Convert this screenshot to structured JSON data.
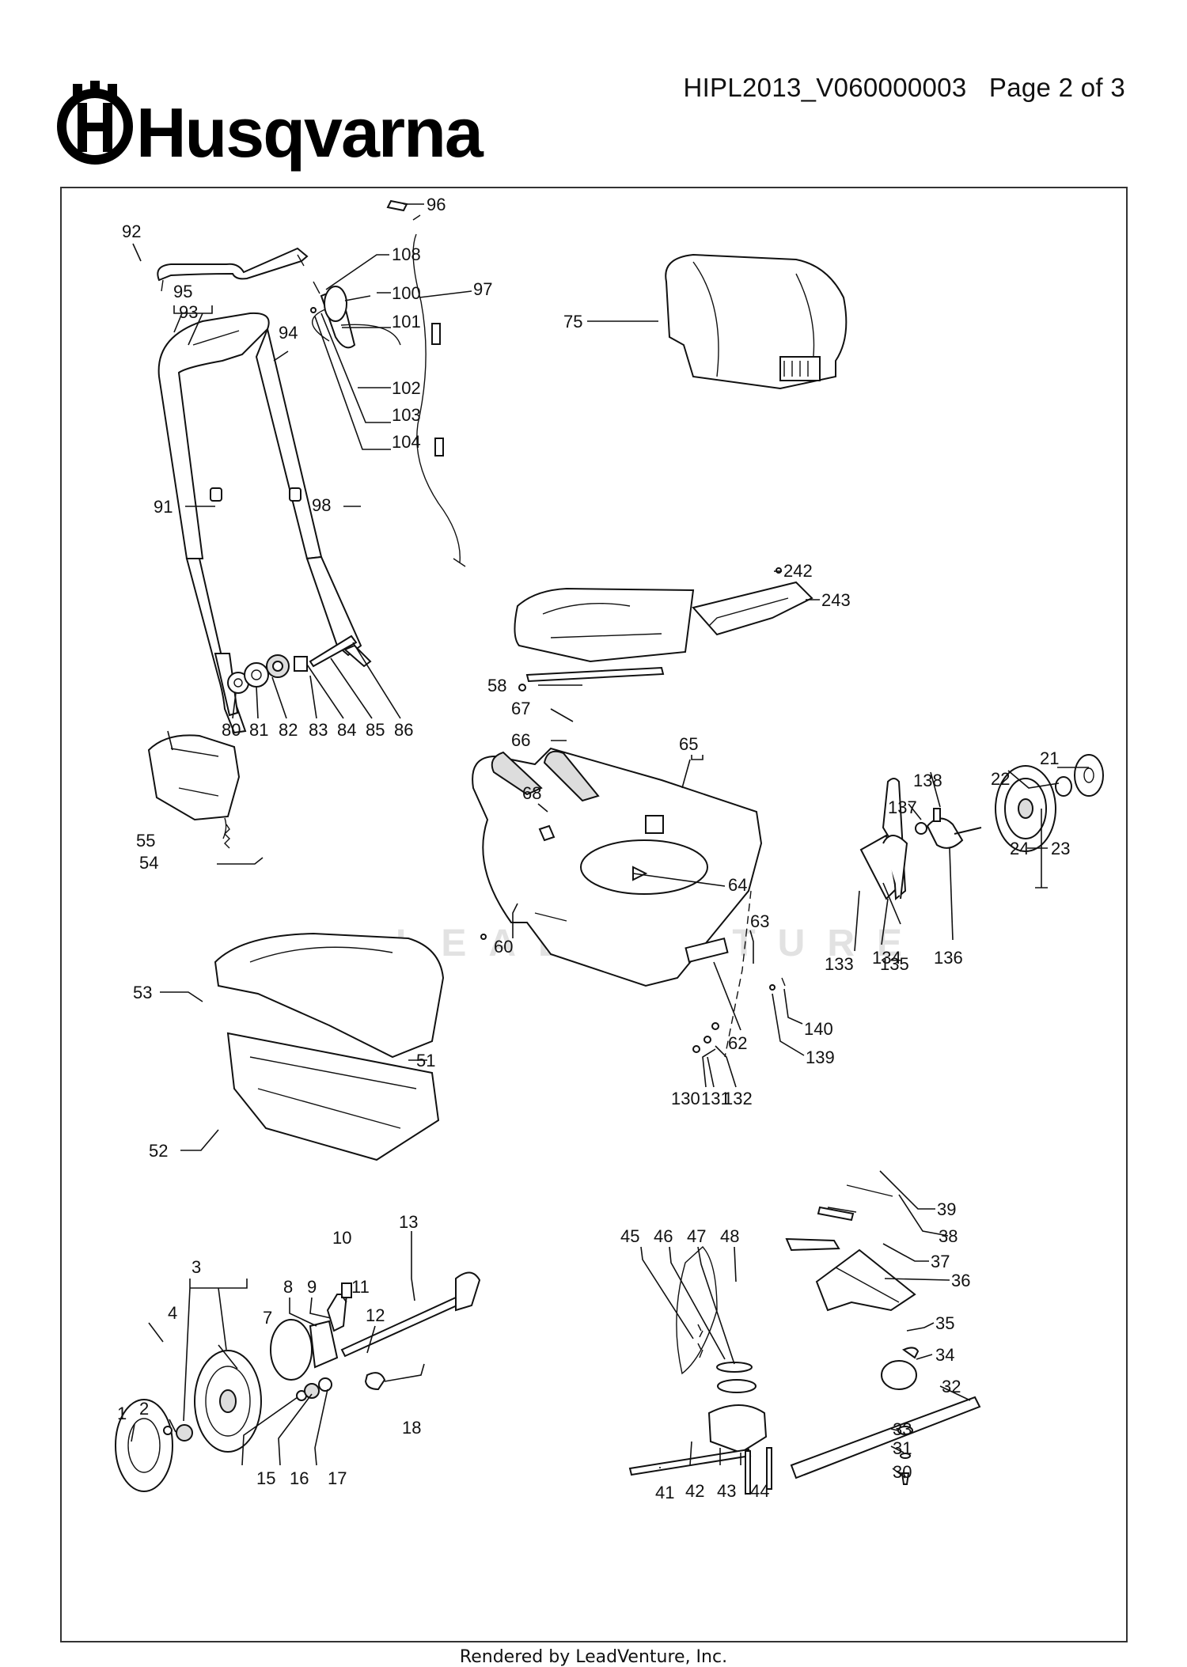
{
  "header": {
    "brand": "Husqvarna",
    "doc_id": "HIPL2013_V060000003",
    "page": "Page 2 of 3"
  },
  "watermark": "LEADVENTURE",
  "footer": "Rendered by LeadVenture, Inc.",
  "callouts": [
    {
      "id": "c96",
      "text": "96"
    },
    {
      "id": "c92",
      "text": "92"
    },
    {
      "id": "c108",
      "text": "108"
    },
    {
      "id": "c97",
      "text": "97"
    },
    {
      "id": "c100",
      "text": "100"
    },
    {
      "id": "c95",
      "text": "95"
    },
    {
      "id": "c93",
      "text": "93"
    },
    {
      "id": "c101",
      "text": "101"
    },
    {
      "id": "c94",
      "text": "94"
    },
    {
      "id": "c75",
      "text": "75"
    },
    {
      "id": "c102",
      "text": "102"
    },
    {
      "id": "c103",
      "text": "103"
    },
    {
      "id": "c104",
      "text": "104"
    },
    {
      "id": "c91",
      "text": "91"
    },
    {
      "id": "c98",
      "text": "98"
    },
    {
      "id": "c242",
      "text": "242"
    },
    {
      "id": "c243",
      "text": "243"
    },
    {
      "id": "c58",
      "text": "58"
    },
    {
      "id": "c67",
      "text": "67"
    },
    {
      "id": "c66",
      "text": "66"
    },
    {
      "id": "c80",
      "text": "80"
    },
    {
      "id": "c81",
      "text": "81"
    },
    {
      "id": "c82",
      "text": "82"
    },
    {
      "id": "c83",
      "text": "83"
    },
    {
      "id": "c84",
      "text": "84"
    },
    {
      "id": "c85",
      "text": "85"
    },
    {
      "id": "c86",
      "text": "86"
    },
    {
      "id": "c21",
      "text": "21"
    },
    {
      "id": "c138",
      "text": "138"
    },
    {
      "id": "c22",
      "text": "22"
    },
    {
      "id": "c55",
      "text": "55"
    },
    {
      "id": "c68",
      "text": "68"
    },
    {
      "id": "c65",
      "text": "65"
    },
    {
      "id": "c137",
      "text": "137"
    },
    {
      "id": "c24",
      "text": "24"
    },
    {
      "id": "c23",
      "text": "23"
    },
    {
      "id": "c54",
      "text": "54"
    },
    {
      "id": "c64",
      "text": "64"
    },
    {
      "id": "c63",
      "text": "63"
    },
    {
      "id": "c60",
      "text": "60"
    },
    {
      "id": "c134",
      "text": "134"
    },
    {
      "id": "c136",
      "text": "136"
    },
    {
      "id": "c133",
      "text": "133"
    },
    {
      "id": "c135",
      "text": "135"
    },
    {
      "id": "c53",
      "text": "53"
    },
    {
      "id": "c140",
      "text": "140"
    },
    {
      "id": "c51",
      "text": "51"
    },
    {
      "id": "c62",
      "text": "62"
    },
    {
      "id": "c139",
      "text": "139"
    },
    {
      "id": "c130",
      "text": "130"
    },
    {
      "id": "c131",
      "text": "131"
    },
    {
      "id": "c132",
      "text": "132"
    },
    {
      "id": "c52",
      "text": "52"
    },
    {
      "id": "c39",
      "text": "39"
    },
    {
      "id": "c13",
      "text": "13"
    },
    {
      "id": "c45",
      "text": "45"
    },
    {
      "id": "c46",
      "text": "46"
    },
    {
      "id": "c47",
      "text": "47"
    },
    {
      "id": "c48",
      "text": "48"
    },
    {
      "id": "c10",
      "text": "10"
    },
    {
      "id": "c38",
      "text": "38"
    },
    {
      "id": "c3",
      "text": "3"
    },
    {
      "id": "c8",
      "text": "8"
    },
    {
      "id": "c9",
      "text": "9"
    },
    {
      "id": "c11",
      "text": "11"
    },
    {
      "id": "c37",
      "text": "37"
    },
    {
      "id": "c12",
      "text": "12"
    },
    {
      "id": "c4",
      "text": "4"
    },
    {
      "id": "c7",
      "text": "7"
    },
    {
      "id": "c36",
      "text": "36"
    },
    {
      "id": "c35",
      "text": "35"
    },
    {
      "id": "c34",
      "text": "34"
    },
    {
      "id": "c1",
      "text": "1"
    },
    {
      "id": "c2",
      "text": "2"
    },
    {
      "id": "c32",
      "text": "32"
    },
    {
      "id": "c18",
      "text": "18"
    },
    {
      "id": "c33",
      "text": "33"
    },
    {
      "id": "c31",
      "text": "31"
    },
    {
      "id": "c15",
      "text": "15"
    },
    {
      "id": "c16",
      "text": "16"
    },
    {
      "id": "c17",
      "text": "17"
    },
    {
      "id": "c41",
      "text": "41"
    },
    {
      "id": "c42",
      "text": "42"
    },
    {
      "id": "c43",
      "text": "43"
    },
    {
      "id": "c44",
      "text": "44"
    },
    {
      "id": "c30",
      "text": "30"
    }
  ]
}
